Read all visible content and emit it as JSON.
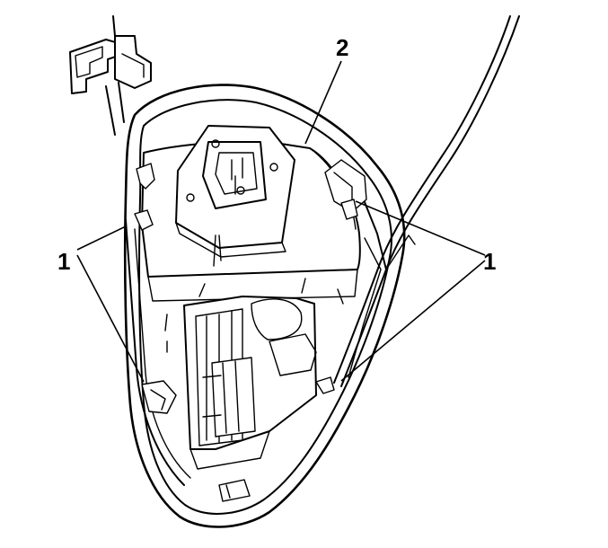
{
  "callouts": {
    "left": "1",
    "right": "1",
    "top": "2"
  },
  "colors": {
    "ink": "#000000",
    "paper": "#ffffff"
  }
}
